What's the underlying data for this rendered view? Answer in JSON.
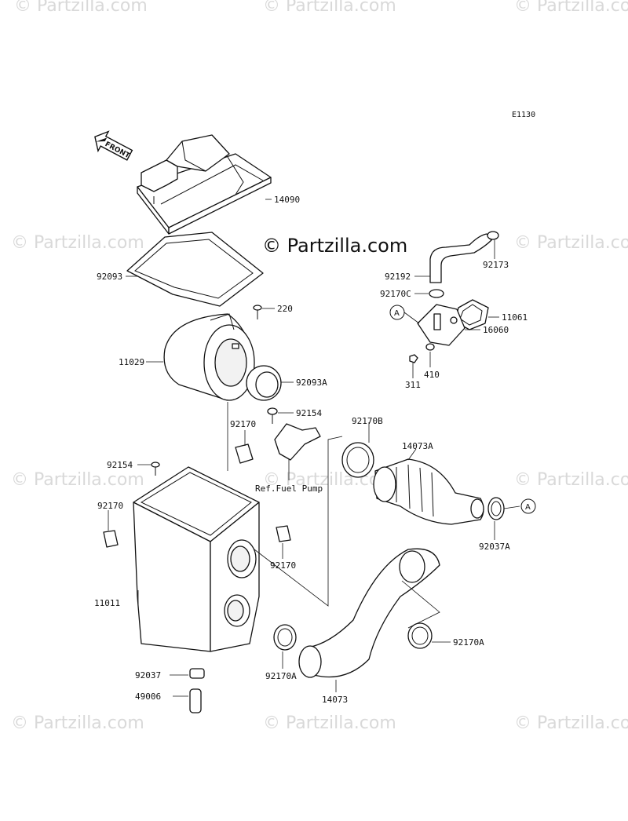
{
  "diagram_code": "E1130",
  "front_label": "FRONT",
  "copyright": "© Partzilla.com",
  "watermark": "© Partzilla.com",
  "reference_note": "Ref.Fuel Pump",
  "reference_marker": "A",
  "parts": [
    {
      "key": "14090",
      "label": "14090"
    },
    {
      "key": "92093",
      "label": "92093"
    },
    {
      "key": "220",
      "label": "220"
    },
    {
      "key": "11029",
      "label": "11029"
    },
    {
      "key": "92093A",
      "label": "92093A"
    },
    {
      "key": "92154_top",
      "label": "92154"
    },
    {
      "key": "92170_mid",
      "label": "92170"
    },
    {
      "key": "92154_left",
      "label": "92154"
    },
    {
      "key": "92170_left",
      "label": "92170"
    },
    {
      "key": "92170_right",
      "label": "92170"
    },
    {
      "key": "11011",
      "label": "11011"
    },
    {
      "key": "92037",
      "label": "92037"
    },
    {
      "key": "49006",
      "label": "49006"
    },
    {
      "key": "92170A_bottom",
      "label": "92170A"
    },
    {
      "key": "14073",
      "label": "14073"
    },
    {
      "key": "92170A_right",
      "label": "92170A"
    },
    {
      "key": "92170B",
      "label": "92170B"
    },
    {
      "key": "14073A",
      "label": "14073A"
    },
    {
      "key": "92037A",
      "label": "92037A"
    },
    {
      "key": "92192",
      "label": "92192"
    },
    {
      "key": "92173",
      "label": "92173"
    },
    {
      "key": "92170C",
      "label": "92170C"
    },
    {
      "key": "11061",
      "label": "11061"
    },
    {
      "key": "16060",
      "label": "16060"
    },
    {
      "key": "311",
      "label": "311"
    },
    {
      "key": "410",
      "label": "410"
    }
  ]
}
